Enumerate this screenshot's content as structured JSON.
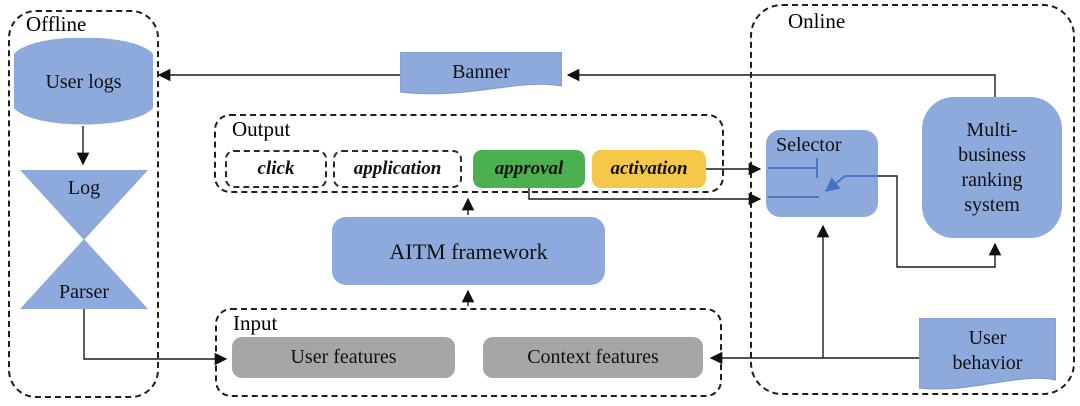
{
  "offline": {
    "label": "Offline",
    "user_logs": "User logs",
    "log": "Log",
    "parser": "Parser"
  },
  "banner": {
    "label": "Banner"
  },
  "output": {
    "label": "Output",
    "items": [
      {
        "label": "click",
        "variant": "dashed-white"
      },
      {
        "label": "application",
        "variant": "dashed-white"
      },
      {
        "label": "approval",
        "variant": "solid",
        "color": "#4CAF50"
      },
      {
        "label": "activation",
        "variant": "solid",
        "color": "#F5C84A"
      }
    ]
  },
  "aitm": {
    "label": "AITM framework"
  },
  "input": {
    "label": "Input",
    "user_features": "User features",
    "context_features": "Context features"
  },
  "online": {
    "label": "Online",
    "selector": {
      "label": "Selector"
    },
    "ranking_system": {
      "label": "Multi-\nbusiness\nranking\nsystem"
    },
    "user_behavior": {
      "label": "User\nbehavior"
    }
  },
  "colors": {
    "node_blue": "#8EA9DB",
    "approval_green": "#4CAF50",
    "activation_yellow": "#F5C84A",
    "feature_gray": "#A6A6A6",
    "switch_blue": "#4472C4",
    "line_black": "#1a1a1a"
  }
}
